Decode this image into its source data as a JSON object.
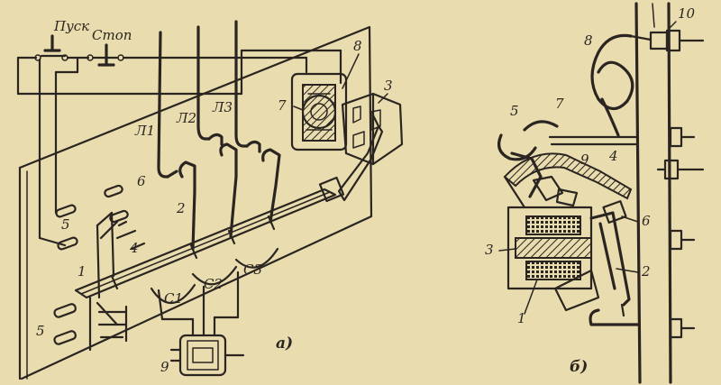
{
  "labels": {
    "pusk": "Пуск",
    "stop": "Стоп",
    "l1": "Л1",
    "l2": "Л2",
    "l3": "Л3",
    "c1": "С1",
    "c2": "С2",
    "c3": "С3",
    "a_1": "1",
    "a_2": "2",
    "a_3": "3",
    "a_4": "4",
    "a_5_top": "5",
    "a_5_bottom": "5",
    "a_6": "6",
    "a_7": "7",
    "a_8": "8",
    "a_9": "9",
    "sub_a": "а)",
    "b_1": "1",
    "b_2": "2",
    "b_3": "3",
    "b_4": "4",
    "b_5": "5",
    "b_6": "6",
    "b_7": "7",
    "b_8": "8",
    "b_9": "9",
    "b_10": "10",
    "sub_b": "б)"
  },
  "colors": {
    "ink": "#2a2520",
    "paper": "#e9dcaf"
  }
}
